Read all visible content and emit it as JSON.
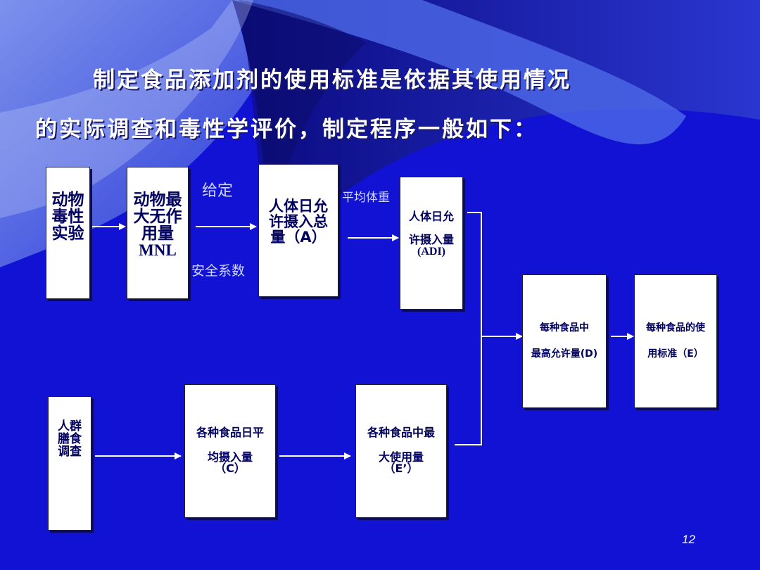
{
  "title": {
    "line1": "制定食品添加剂的使用标准是依据其使用情况",
    "line2": "的实际调查和毒性学评价，制定程序一般如下："
  },
  "boxes": {
    "animal_test": [
      "动物",
      "毒性",
      "实验"
    ],
    "noel": [
      "动物最",
      "大无作",
      "用量",
      "MNL"
    ],
    "human_total": [
      "人体日允",
      "许摄入总",
      "量（A）"
    ],
    "adi": [
      "人体日允",
      "许摄入量",
      "(ADI)"
    ],
    "max_allowed": [
      "每种食品中",
      "最高允许量(D)"
    ],
    "standard": [
      "每种食品的使",
      "用标准（E）"
    ],
    "diet_survey": [
      "人群",
      "膳食",
      "调查"
    ],
    "avg_intake": [
      "各种食品日平",
      "均摄入量",
      "（C）"
    ],
    "max_use": [
      "各种食品中最",
      "大使用量",
      "（E’）"
    ]
  },
  "labels": {
    "given": "给定",
    "safety_factor": "安全系数",
    "avg_weight": "平均体重"
  },
  "colors": {
    "background": "#1010d8",
    "box_text": "#000060",
    "arrow": "#ffffff"
  },
  "page_number": "12"
}
